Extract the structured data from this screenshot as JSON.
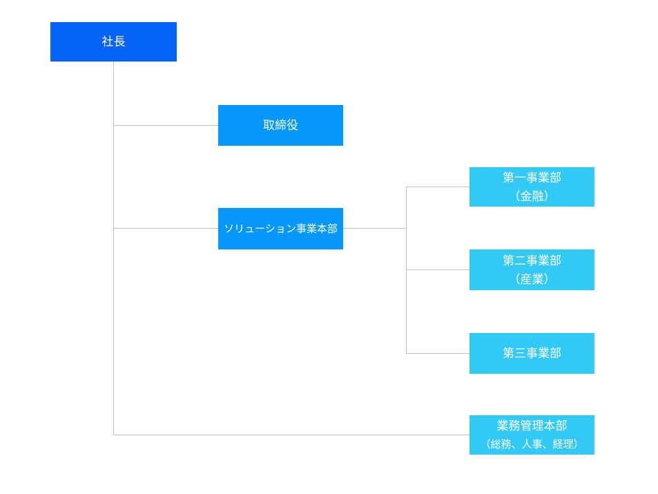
{
  "org_chart": {
    "line_color": "#BFBFBF",
    "colors": {
      "level1": "#0563FA",
      "level2": "#0598FA",
      "level3": "#33C9F5",
      "text": "#FFFFFF"
    },
    "nodes": [
      {
        "id": "president",
        "label": "社長",
        "level": 1
      },
      {
        "id": "director",
        "label": "取締役",
        "level": 2
      },
      {
        "id": "solution-division",
        "label": "ソリューション事業本部",
        "level": 2
      },
      {
        "id": "dept-1",
        "label": "第一事業部",
        "sublabel": "（金融）",
        "level": 3
      },
      {
        "id": "dept-2",
        "label": "第二事業部",
        "sublabel": "（産業）",
        "level": 3
      },
      {
        "id": "dept-3",
        "label": "第三事業部",
        "level": 3
      },
      {
        "id": "admin-division",
        "label": "業務管理本部",
        "sublabel": "（総務、人事、経理）",
        "level": 3
      }
    ]
  }
}
